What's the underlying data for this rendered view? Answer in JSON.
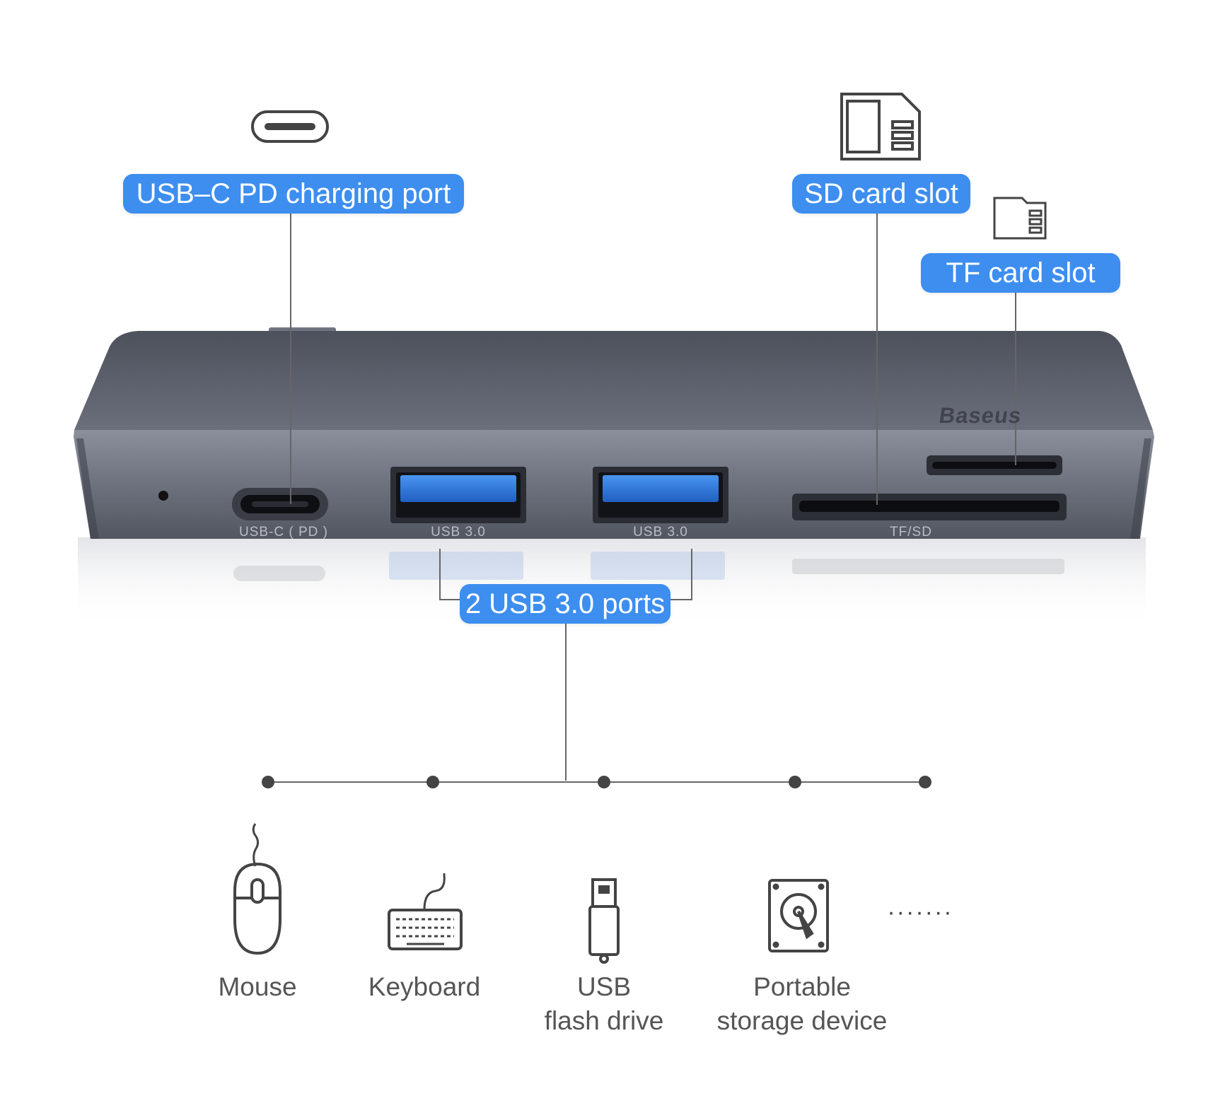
{
  "callouts": {
    "usbc_pd": "USB–C PD charging port",
    "sd_slot": "SD card slot",
    "tf_slot": "TF card slot",
    "usb_ports": "2 USB 3.0 ports"
  },
  "hub": {
    "brand": "Baseus",
    "port_prints": {
      "usbc": "USB-C ( PD )",
      "usb_a_1": "USB 3.0",
      "usb_a_2": "USB 3.0",
      "card": "TF/SD"
    }
  },
  "devices": [
    {
      "label": "Mouse",
      "icon": "mouse-icon"
    },
    {
      "label": "Keyboard",
      "icon": "keyboard-icon"
    },
    {
      "label_line1": "USB",
      "label_line2": "flash drive",
      "icon": "usb-flash-drive-icon"
    },
    {
      "label_line1": "Portable",
      "label_line2": "storage device",
      "icon": "hard-drive-icon"
    },
    {
      "label": "·······",
      "icon": "more-dots"
    }
  ],
  "colors": {
    "callout_blue": "#3d8eef",
    "hub_body": "#5c616d",
    "usb_blue": "#2f7be0",
    "line_gray": "#666666"
  }
}
